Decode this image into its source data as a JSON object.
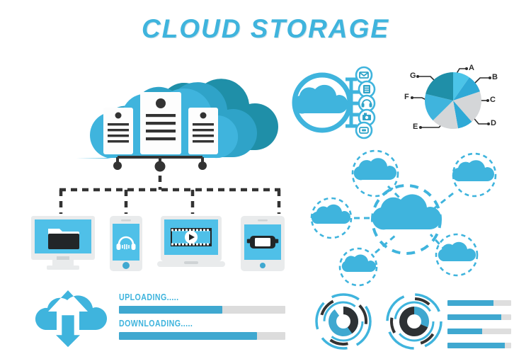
{
  "header": {
    "title": "CLOUD STORAGE"
  },
  "colors": {
    "primary_blue": "#3FB4DD",
    "mid_blue": "#2FA3C8",
    "dark_teal": "#1F8FA8",
    "deep_teal": "#1B7F95",
    "accent_blue": "#3FA8D0",
    "gray": "#D4D6D8",
    "track_gray": "#DCDCDC",
    "dark": "#333333",
    "white": "#FFFFFF"
  },
  "cloud_servers": {
    "name": "cloud-server-cluster",
    "cards": [
      {
        "id": "server-card-left",
        "lines": 4
      },
      {
        "id": "server-card-center",
        "lines": 4
      },
      {
        "id": "server-card-right",
        "lines": 4
      }
    ],
    "connector_nodes": 3
  },
  "devices": [
    {
      "id": "desktop",
      "label": "desktop-monitor",
      "icon": "folder-icon"
    },
    {
      "id": "smartphone",
      "label": "smartphone",
      "icon": "headphones-icon"
    },
    {
      "id": "laptop",
      "label": "laptop",
      "icon": "video-play-icon"
    },
    {
      "id": "tablet",
      "label": "tablet",
      "icon": "gamepad-icon"
    }
  ],
  "cloud_services": {
    "name": "cloud-services-ring",
    "items": [
      {
        "id": "mail",
        "icon": "envelope-icon"
      },
      {
        "id": "document",
        "icon": "document-icon"
      },
      {
        "id": "audio",
        "icon": "headphones-icon"
      },
      {
        "id": "video",
        "icon": "camera-icon"
      },
      {
        "id": "photo",
        "icon": "image-icon"
      }
    ]
  },
  "transfer": {
    "upload": {
      "label": "UPLOADING.....",
      "percent": 62
    },
    "download": {
      "label": "DOWNLOADING.....",
      "percent": 83
    }
  },
  "mini_bars": [
    {
      "id": "bar-1",
      "percent": 72
    },
    {
      "id": "bar-2",
      "percent": 84
    },
    {
      "id": "bar-3",
      "percent": 54
    },
    {
      "id": "bar-4",
      "percent": 90
    }
  ],
  "donuts": [
    {
      "id": "donut-left",
      "blue_percent": 72,
      "dark_percent": 28
    },
    {
      "id": "donut-right",
      "blue_percent": 38,
      "dark_percent": 62
    }
  ],
  "cloud_network": {
    "name": "cloud-network-diagram",
    "center": "central-cloud",
    "satellites": [
      "cloud-top",
      "cloud-top-right",
      "cloud-left",
      "cloud-bottom-left",
      "cloud-bottom-right"
    ]
  },
  "chart_data": {
    "type": "pie",
    "title": "",
    "labels": [
      "A",
      "B",
      "C",
      "D",
      "E",
      "F",
      "G"
    ],
    "values": [
      13,
      12,
      19,
      11,
      15,
      18,
      12
    ],
    "colors": [
      "#4BC4E8",
      "#2FA9D6",
      "#D4D6D8",
      "#2FA9D6",
      "#D4D6D8",
      "#3FB4DD",
      "#1F8FA8"
    ],
    "legend_position": "callout-labels",
    "grid": false
  }
}
